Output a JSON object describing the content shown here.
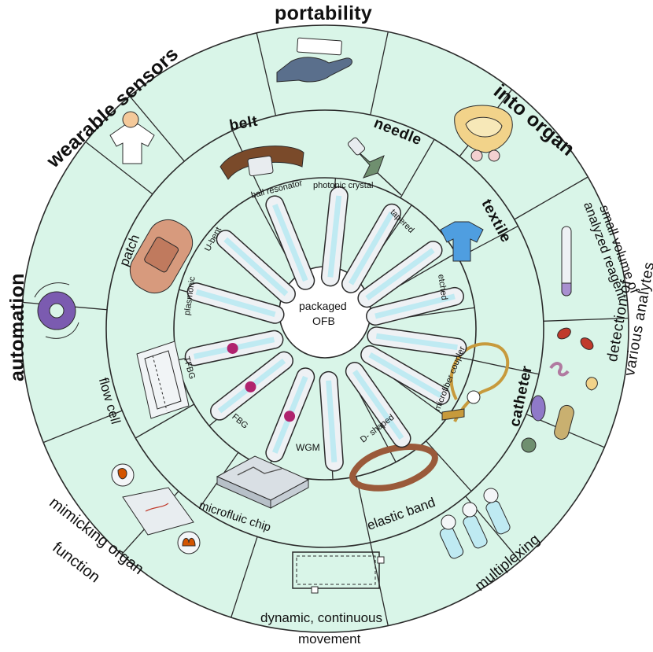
{
  "center": {
    "line1": "packaged",
    "line2": "OFB"
  },
  "outer_ring": {
    "portability": "portability",
    "into_organ": "into organ",
    "small_volume_l1": "small volume of",
    "small_volume_l2": "analyzed reagent",
    "detection_l1": "detection of",
    "detection_l2": "various analytes",
    "multiplexing": "multiplexing",
    "dynamic_l1": "dynamic, continuous",
    "dynamic_l2": "movement",
    "mimicking_l1": "mimicking organ",
    "mimicking_l2": "function",
    "automation": "automation",
    "wearable": "wearable sensors"
  },
  "middle_ring": {
    "belt": "belt",
    "needle": "needle",
    "textile": "textile",
    "catheter": "catheter",
    "elastic_band": "elastic band",
    "microfluidic_chip": "microfluic chip",
    "flow_cell": "flow cell",
    "patch": "patch"
  },
  "inner_ring": {
    "ball_resonator": "ball resonator",
    "photonic_crystal": "photonic crystal",
    "tapered": "tapered",
    "etched": "etched",
    "microfiber_coupler": "microfiber coupler",
    "d_shaped": "D- shaped",
    "wgm": "WGM",
    "fbg": "FBG",
    "tfbg": "TFBG",
    "plasmonic": "plasmonic",
    "u_bent": "U-bent"
  },
  "colors": {
    "fill": "#d9f5e8",
    "stroke": "#2b2b2b",
    "fiber_core": "#bfeaf2",
    "grating": "#b0236e",
    "belt": "#7a4a2a",
    "textile": "#4f9ee0",
    "gear": "#7b5bb0",
    "hand": "#5a6f8c",
    "patch": "#d79a7d",
    "catheter": "#c79a3c",
    "elastic_band": "#9a5a3a"
  },
  "icons": [
    "hand-icon",
    "organ-icon",
    "test-tube-icon",
    "cells-icon",
    "multiplex-sensors-icon",
    "flow-loop-icon",
    "organ-chip-icon",
    "gear-cycle-icon",
    "shirt-icon",
    "belt-icon",
    "needle-icon",
    "textile-shirt-icon",
    "catheter-icon",
    "elastic-band-icon",
    "microfluidic-chip-icon",
    "flow-cell-icon",
    "patch-icon"
  ]
}
